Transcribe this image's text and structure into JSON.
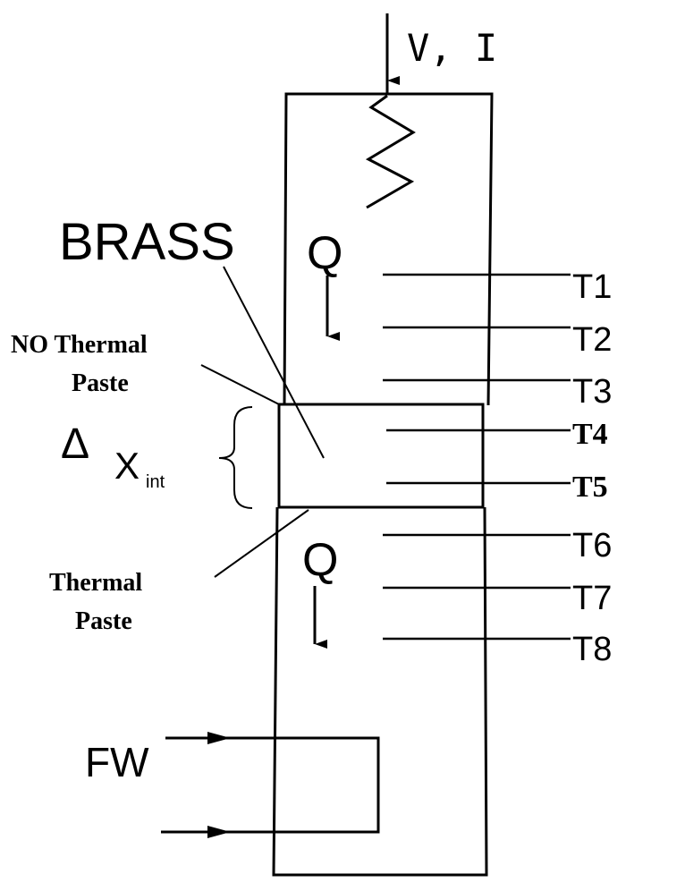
{
  "labels": {
    "power": "V, I",
    "material": "BRASS",
    "heat_top": "Q",
    "heat_bottom": "Q",
    "no_paste_line1": "NO Thermal",
    "no_paste_line2": "Paste",
    "paste_line1": "Thermal",
    "paste_line2": "Paste",
    "delta": "Δ",
    "x": "X",
    "int": "int",
    "fw": "FW"
  },
  "thermocouples": [
    "T1",
    "T2",
    "T3",
    "T4",
    "T5",
    "T6",
    "T7",
    "T8"
  ]
}
